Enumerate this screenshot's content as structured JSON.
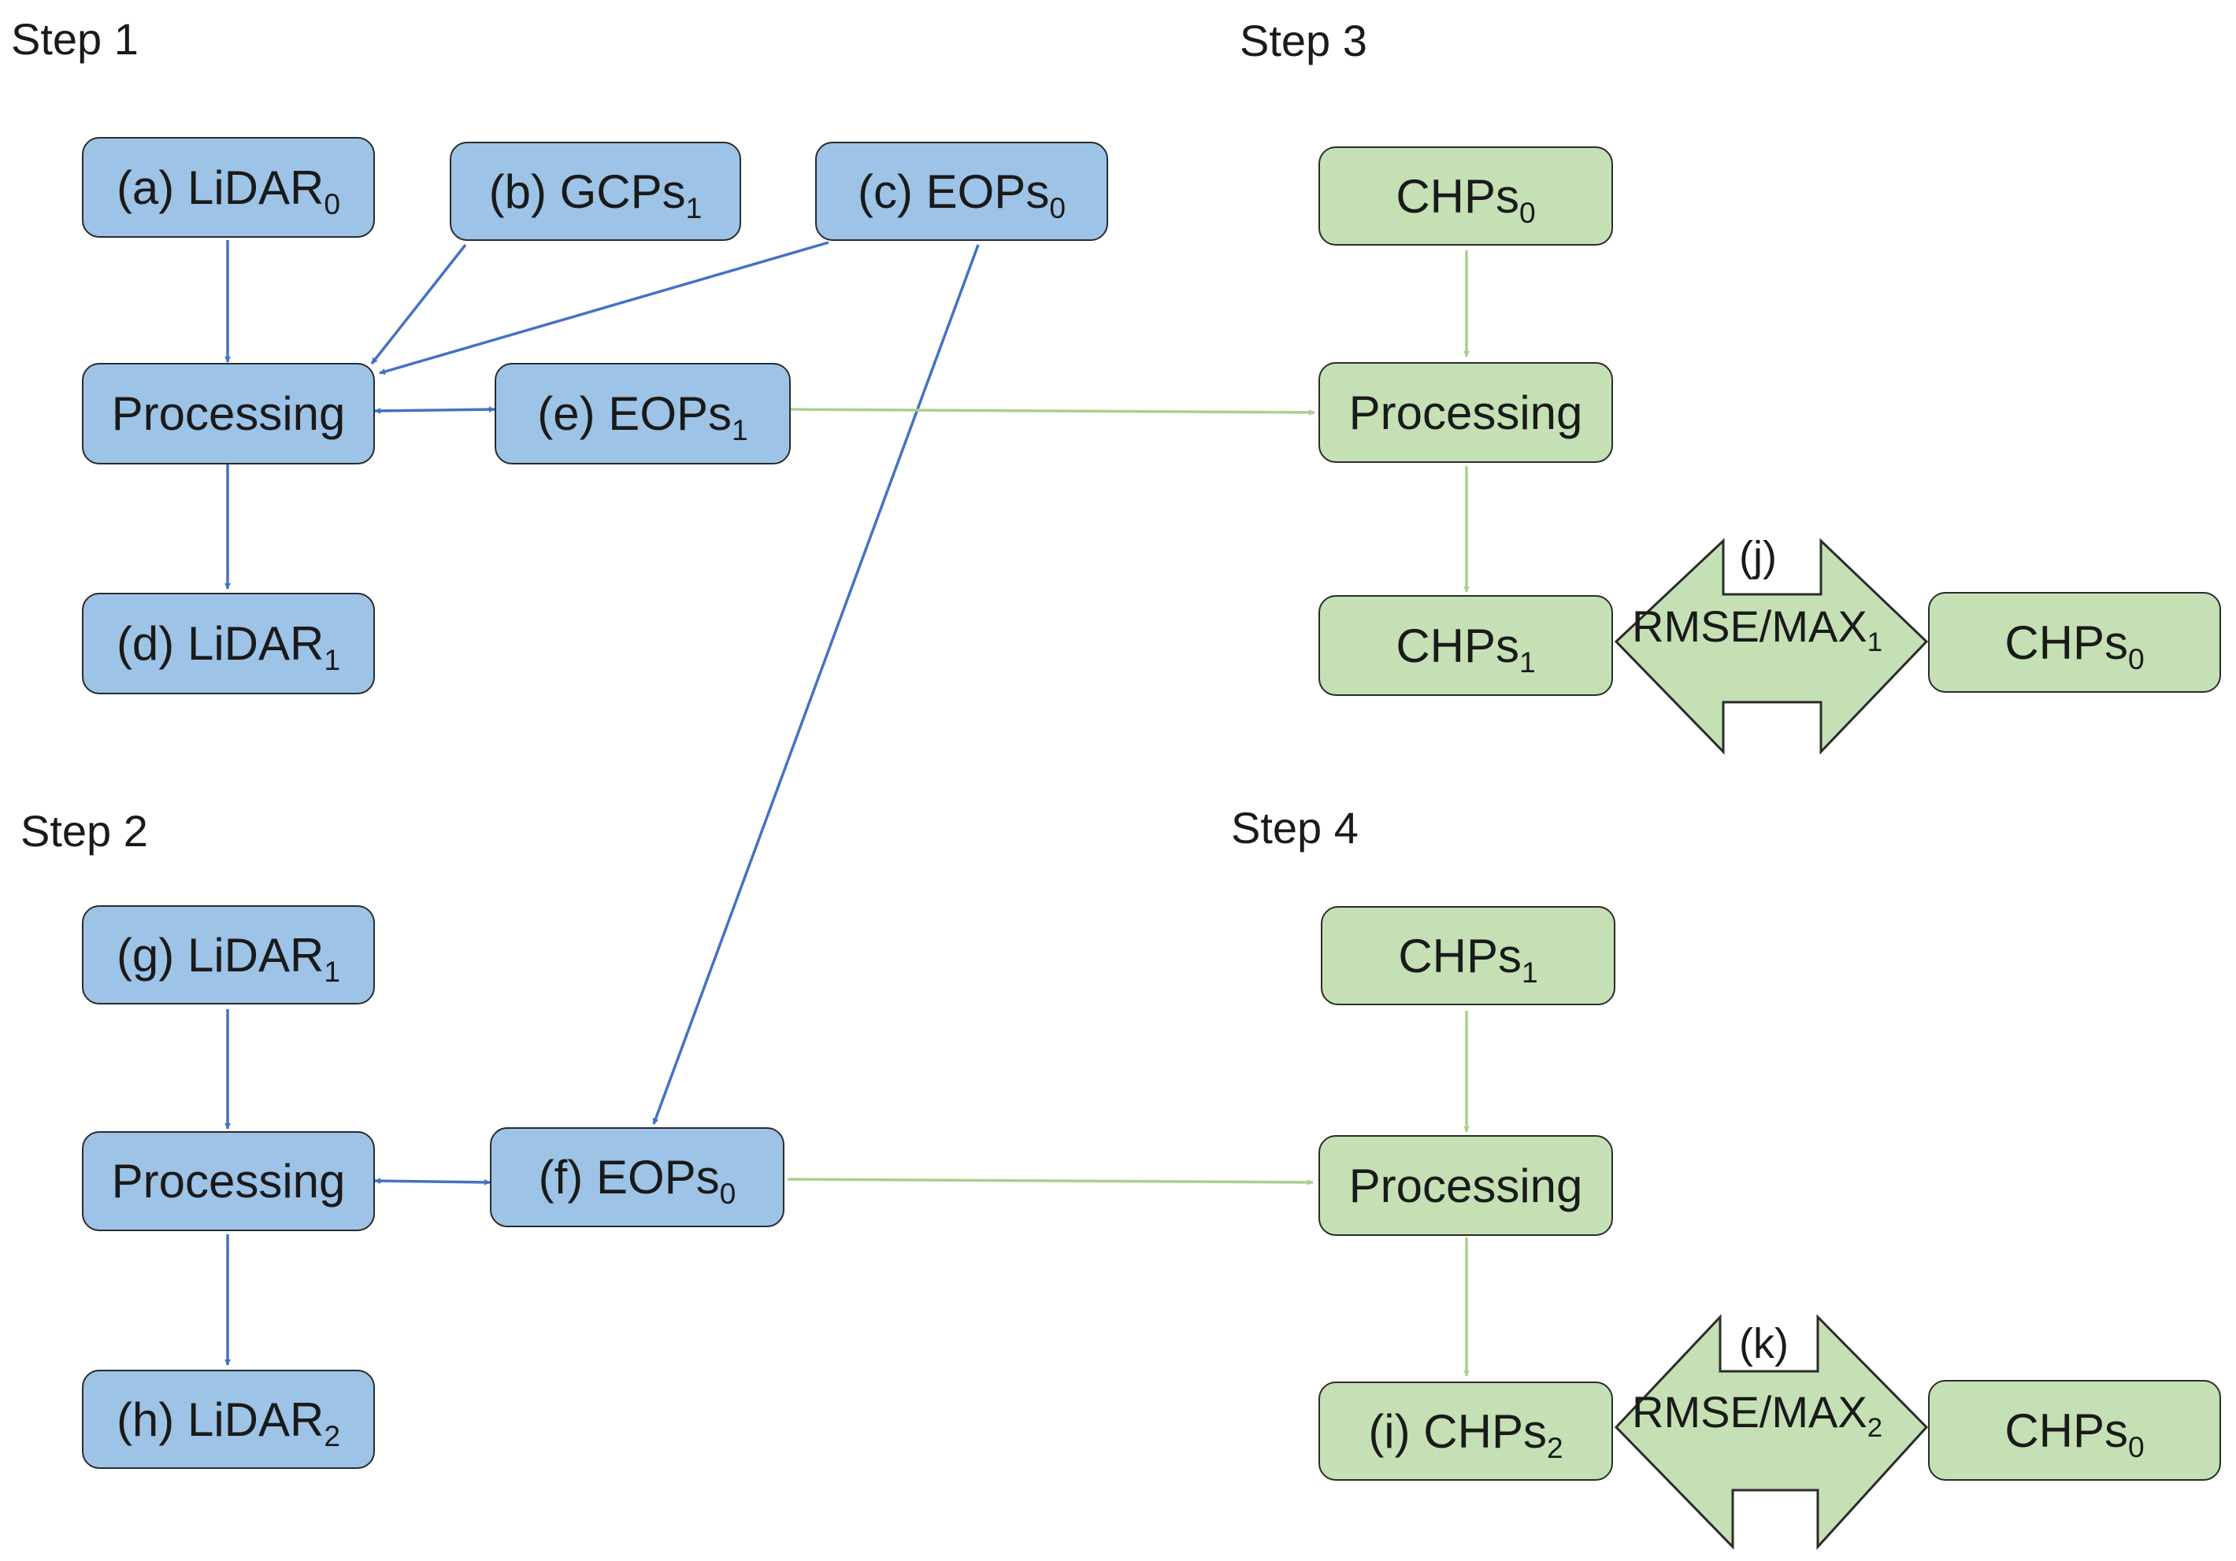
{
  "steps": {
    "s1": "Step 1",
    "s2": "Step 2",
    "s3": "Step 3",
    "s4": "Step 4"
  },
  "nodes": {
    "a": {
      "prefix": "(a) LiDAR",
      "sub": "0"
    },
    "b": {
      "prefix": "(b) GCPs",
      "sub": "1"
    },
    "c": {
      "prefix": "(c) EOPs",
      "sub": "0"
    },
    "d": {
      "prefix": "(d) LiDAR",
      "sub": "1"
    },
    "e": {
      "prefix": "(e) EOPs",
      "sub": "1"
    },
    "f": {
      "prefix": "(f) EOPs",
      "sub": "0"
    },
    "g": {
      "prefix": "(g) LiDAR",
      "sub": "1"
    },
    "h": {
      "prefix": "(h) LiDAR",
      "sub": "2"
    },
    "i": {
      "prefix": "(i) CHPs",
      "sub": "2"
    },
    "proc1": "Processing",
    "proc2": "Processing",
    "proc3": "Processing",
    "proc4": "Processing",
    "s3_top": {
      "prefix": "CHPs",
      "sub": "0"
    },
    "s3_left": {
      "prefix": "CHPs",
      "sub": "1"
    },
    "s3_right": {
      "prefix": "CHPs",
      "sub": "0"
    },
    "s4_top": {
      "prefix": "CHPs",
      "sub": "1"
    },
    "s4_right": {
      "prefix": "CHPs",
      "sub": "0"
    }
  },
  "comparisons": {
    "j": {
      "tag": "(j)",
      "prefix": "RMSE/MAX",
      "sub": "1"
    },
    "k": {
      "tag": "(k)",
      "prefix": "RMSE/MAX",
      "sub": "2"
    }
  },
  "colors": {
    "blue_fill": "#9dc3e6",
    "green_fill": "#c5e0b4",
    "blue_arrow": "#4472c4",
    "green_arrow": "#a9d18e",
    "border": "#2b2b2b"
  }
}
